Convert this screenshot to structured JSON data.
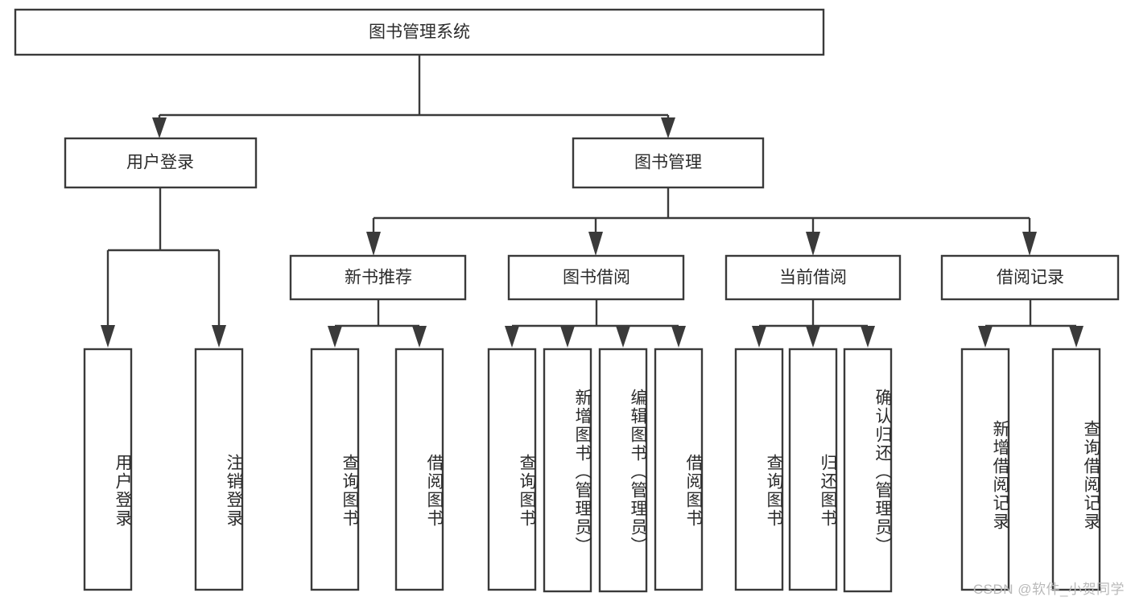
{
  "diagram": {
    "title": "图书管理系统",
    "type": "hierarchy-tree",
    "watermark": "CSDN @软件_小贺同学",
    "colors": {
      "stroke": "#3a3a3a",
      "fill": "#ffffff",
      "text": "#2b2b2b",
      "watermark": "#b9b9b9"
    },
    "root": {
      "label": "图书管理系统"
    },
    "level1": [
      {
        "label": "用户登录"
      },
      {
        "label": "图书管理"
      }
    ],
    "level2": [
      {
        "label": "新书推荐"
      },
      {
        "label": "图书借阅"
      },
      {
        "label": "当前借阅"
      },
      {
        "label": "借阅记录"
      }
    ],
    "leaves": {
      "user_login": [
        {
          "label": "用户登录"
        },
        {
          "label": "注销登录"
        }
      ],
      "new_book_recommend": [
        {
          "label": "查询图书"
        },
        {
          "label": "借阅图书"
        }
      ],
      "book_borrow": [
        {
          "label": "查询图书"
        },
        {
          "label": "新增图书（管理员）"
        },
        {
          "label": "编辑图书（管理员）"
        },
        {
          "label": "借阅图书"
        }
      ],
      "current_borrow": [
        {
          "label": "查询图书"
        },
        {
          "label": "归还图书"
        },
        {
          "label": "确认归还（管理员）"
        }
      ],
      "borrow_record": [
        {
          "label": "新增借阅记录"
        },
        {
          "label": "查询借阅记录"
        }
      ]
    }
  }
}
